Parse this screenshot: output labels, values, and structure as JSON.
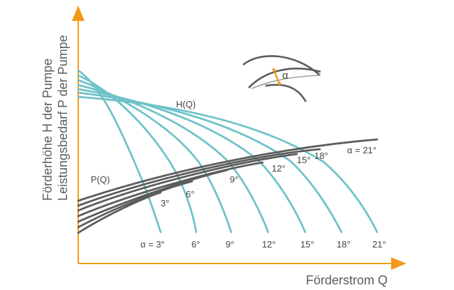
{
  "colors": {
    "axis": "#f29a16",
    "head_curves": "#6fc3c9",
    "power_curves": "#5c5c5c",
    "text": "#444444",
    "inset_marker": "#f29a16"
  },
  "axes": {
    "x_label": "Förderstrom Q",
    "y_label_line1": "Förderhöhe H der Pumpe",
    "y_label_line2": "Leistungsbedarf P der Pumpe"
  },
  "curve_labels": {
    "head": "H(Q)",
    "power": "P(Q)"
  },
  "head_curve_angles": [
    "α = 3°",
    "6°",
    "9°",
    "12°",
    "15°",
    "18°",
    "21°"
  ],
  "power_curve_angles": [
    "3°",
    "6°",
    "9°",
    "12°",
    "15°",
    "18°",
    "α = 21°"
  ],
  "inset": {
    "symbol": "α",
    "description_icon": "blade-angle-icon"
  }
}
